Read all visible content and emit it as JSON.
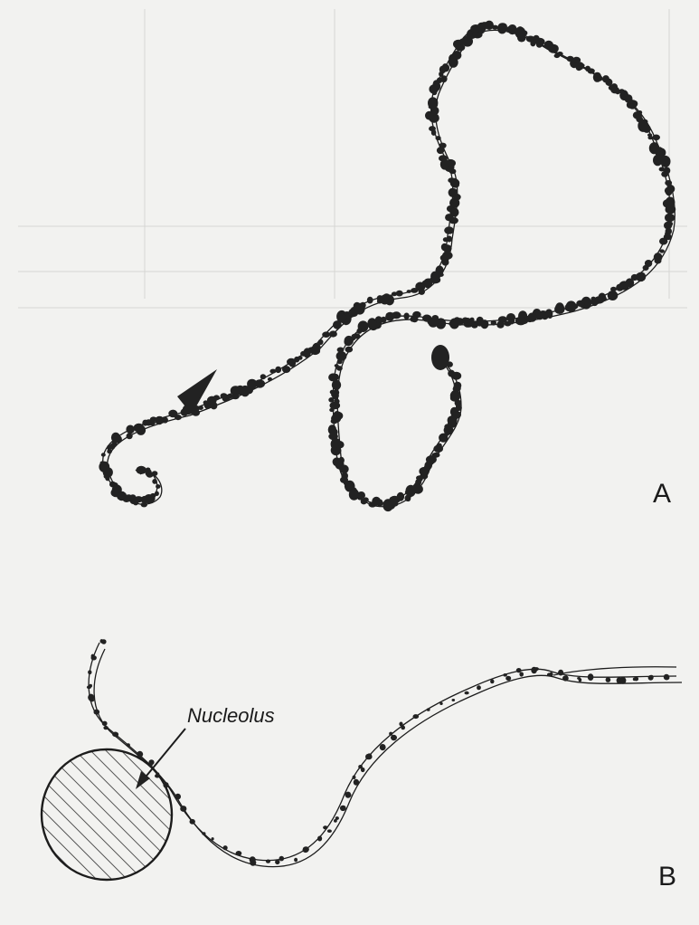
{
  "figure": {
    "panels": [
      {
        "id": "A",
        "label": "A"
      },
      {
        "id": "B",
        "label": "B"
      }
    ],
    "annotations": {
      "nucleolus": "Nucleolus"
    },
    "colors": {
      "ink": "#1c1c1c",
      "paper": "#f2f2f0"
    }
  }
}
